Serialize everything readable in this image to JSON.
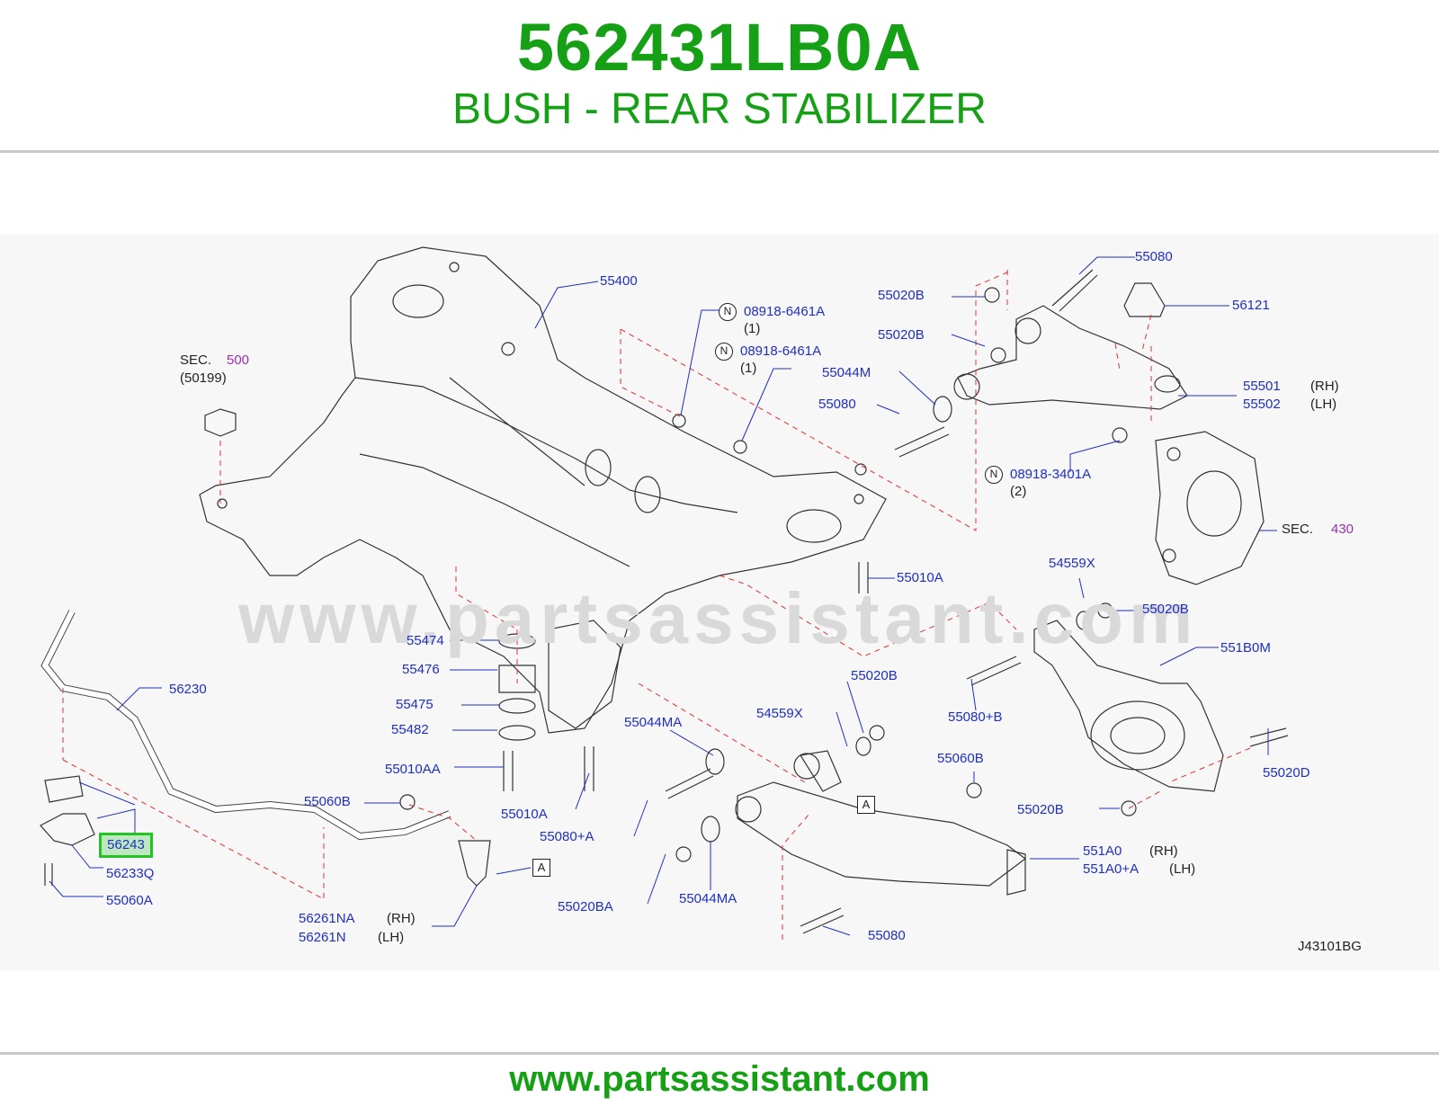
{
  "header": {
    "part_number": "562431LB0A",
    "part_name": "BUSH - REAR STABILIZER"
  },
  "footer": {
    "url": "www.partsassistant.com"
  },
  "watermark": "www.partsassistant.com",
  "diagram": {
    "code": "J43101BG",
    "highlighted_part": "56243",
    "labels": {
      "p55400": "55400",
      "sec": "SEC.",
      "sec500": "500",
      "sec50199": "(50199)",
      "n1": "N",
      "p08918_6461A_1": "08918-6461A",
      "q1a": "(1)",
      "n2": "N",
      "p08918_6461A_2": "08918-6461A",
      "q1b": "(1)",
      "p55020B_a": "55020B",
      "p55080_a": "55080",
      "p56121": "56121",
      "p55020B_b": "55020B",
      "p55044M": "55044M",
      "p55080_b": "55080",
      "p55501": "55501",
      "rh1": "(RH)",
      "p55502": "55502",
      "lh1": "(LH)",
      "n3": "N",
      "p08918_3401A": "08918-3401A",
      "q2": "(2)",
      "sec2": "SEC.",
      "sec430": "430",
      "p55010A_a": "55010A",
      "p54559X_a": "54559X",
      "p55020B_c": "55020B",
      "p551B0M": "551B0M",
      "p55474": "55474",
      "p55476": "55476",
      "p55475": "55475",
      "p55482": "55482",
      "p55010AA": "55010AA",
      "p55010A_b": "55010A",
      "p56230": "56230",
      "p55044MA_a": "55044MA",
      "p55020B_d": "55020B",
      "p54559X_b": "54559X",
      "p55080B": "55080+B",
      "p55020D": "55020D",
      "p55060B_a": "55060B",
      "p55060B_b": "55060B",
      "p55020B_e": "55020B",
      "p56233Q": "56233Q",
      "p55060A": "55060A",
      "p55080A": "55080+A",
      "p55020BA": "55020BA",
      "p55044MA_b": "55044MA",
      "p551A0": "551A0",
      "rh2": "(RH)",
      "p551A0A": "551A0+A",
      "lh2": "(LH)",
      "p55080_c": "55080",
      "p56261NA": "56261NA",
      "rh3": "(RH)",
      "p56261N": "56261N",
      "lh3": "(LH)",
      "a1": "A",
      "a2": "A"
    }
  }
}
